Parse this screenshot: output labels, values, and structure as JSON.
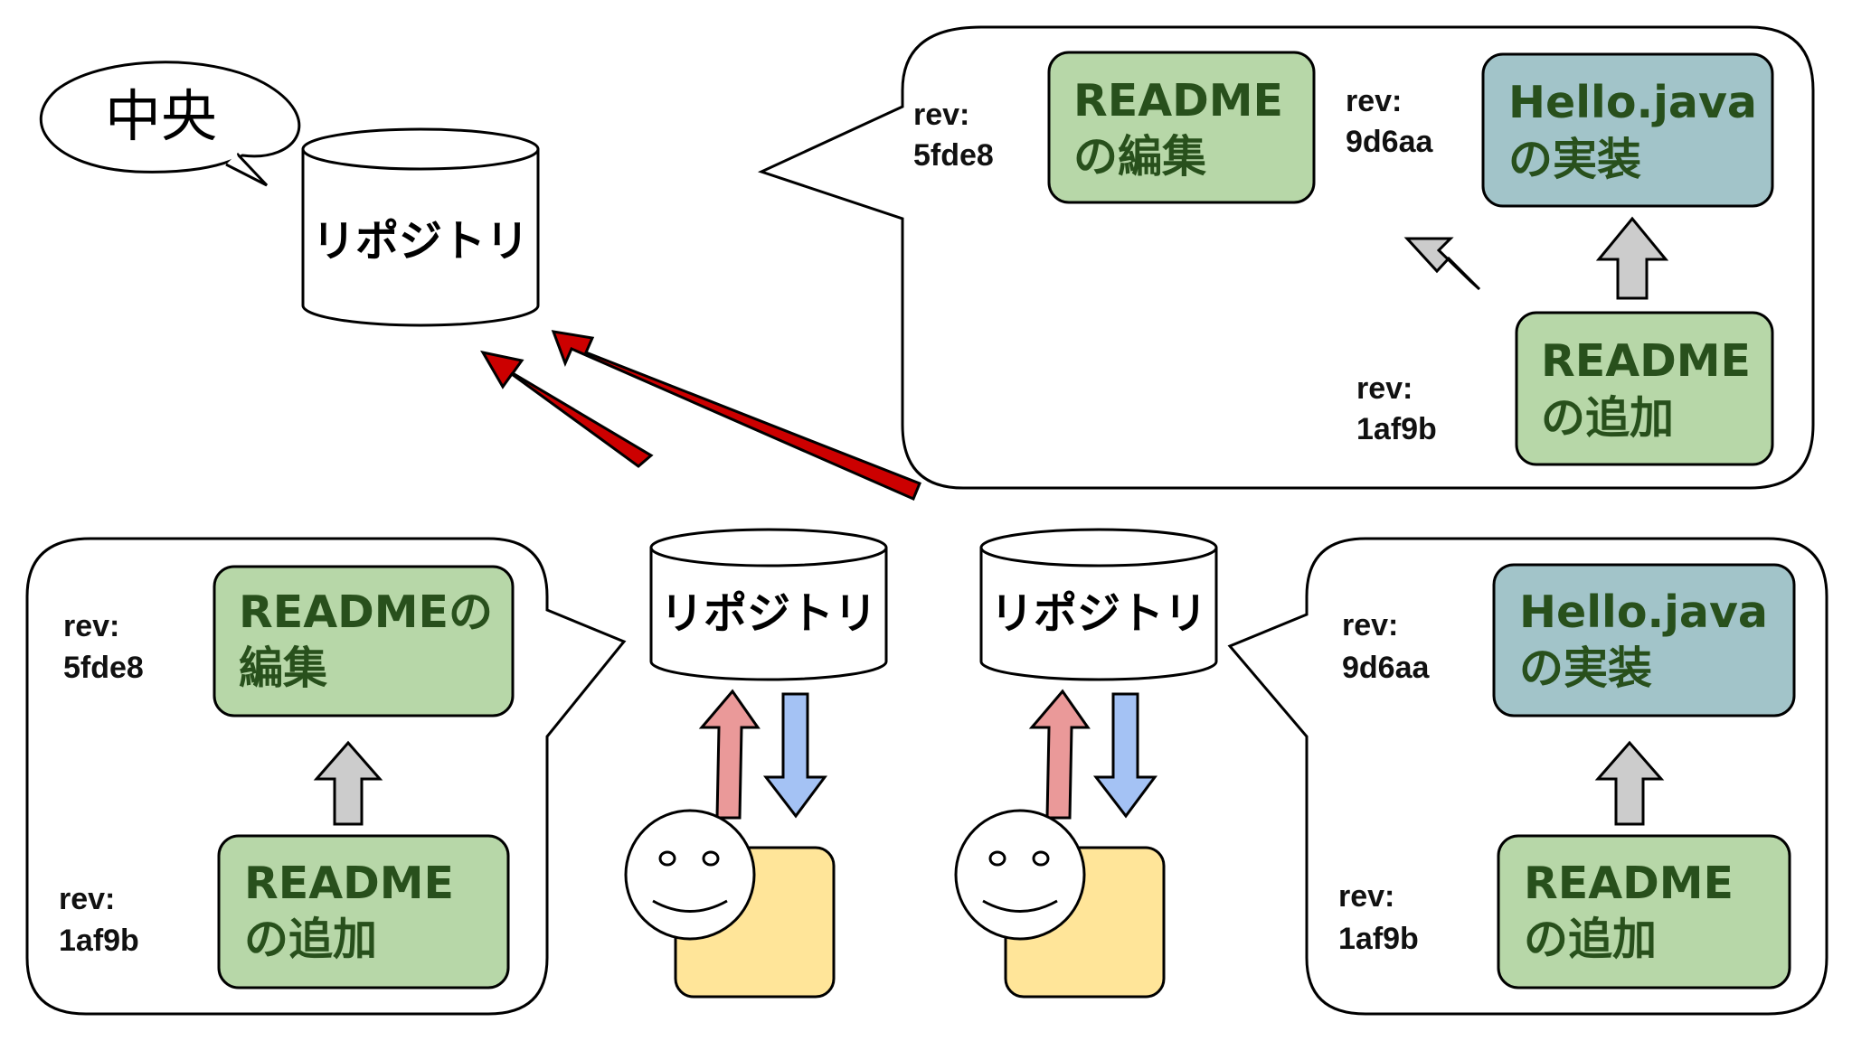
{
  "central": {
    "speech_label": "中央",
    "repo_label": "リポジトリ"
  },
  "central_history": {
    "commits": [
      {
        "rev_label": "rev:",
        "rev_id": "5fde8",
        "line1": "README",
        "line2": "の編集",
        "color": "#b7d7a8"
      },
      {
        "rev_label": "rev:",
        "rev_id": "9d6aa",
        "line1": "Hello.java",
        "line2": "の実装",
        "color": "#a2c4c9"
      },
      {
        "rev_label": "rev:",
        "rev_id": "1af9b",
        "line1": "README",
        "line2": "の追加",
        "color": "#b7d7a8"
      }
    ]
  },
  "left_developer": {
    "repo_label": "リポジトリ",
    "commits": [
      {
        "rev_label": "rev:",
        "rev_id": "5fde8",
        "line1": "READMEの",
        "line2": "編集",
        "color": "#b7d7a8"
      },
      {
        "rev_label": "rev:",
        "rev_id": "1af9b",
        "line1": "README",
        "line2": "の追加",
        "color": "#b7d7a8"
      }
    ]
  },
  "right_developer": {
    "repo_label": "リポジトリ",
    "commits": [
      {
        "rev_label": "rev:",
        "rev_id": "9d6aa",
        "line1": "Hello.java",
        "line2": "の実装",
        "color": "#a2c4c9"
      },
      {
        "rev_label": "rev:",
        "rev_id": "1af9b",
        "line1": "README",
        "line2": "の追加",
        "color": "#b7d7a8"
      }
    ]
  },
  "colors": {
    "push_arrow": "#cc0000",
    "commit_green": "#b7d7a8",
    "commit_teal": "#a2c4c9",
    "commit_text": "#28501c",
    "parent_arrow": "#cccccc",
    "upload_arrow": "#ea9999",
    "download_arrow": "#a4c2f4",
    "person_body": "#ffe599"
  }
}
